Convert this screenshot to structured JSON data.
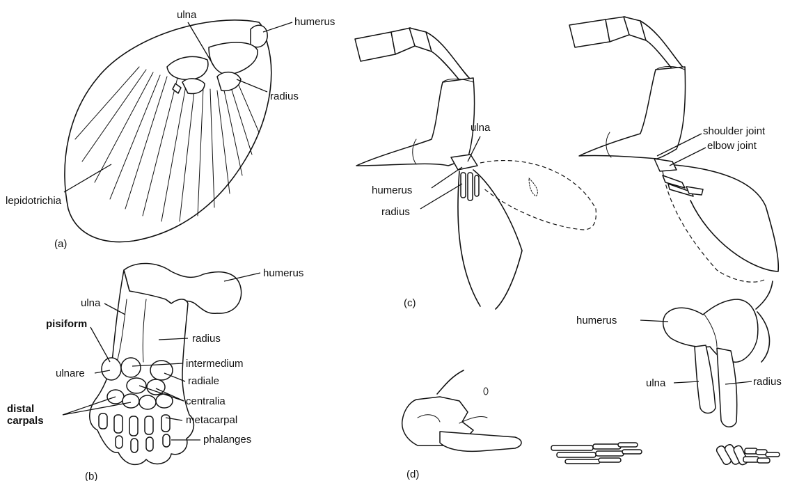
{
  "panels": {
    "a": {
      "tag": "(a)",
      "labels": {
        "ulna": "ulna",
        "humerus": "humerus",
        "radius": "radius",
        "lepidotrichia": "lepidotrichia"
      }
    },
    "b": {
      "tag": "(b)",
      "labels": {
        "humerus": "humerus",
        "ulna": "ulna",
        "pisiform": "pisiform",
        "radius": "radius",
        "ulnare": "ulnare",
        "intermedium": "intermedium",
        "radiale": "radiale",
        "centralia": "centralia",
        "distal_line1": "distal",
        "distal_line2": "carpals",
        "metacarpal": "metacarpal",
        "phalanges": "phalanges"
      }
    },
    "c": {
      "tag": "(c)",
      "labels": {
        "ulna": "ulna",
        "humerus": "humerus",
        "radius": "radius",
        "shoulder_joint": "shoulder joint",
        "elbow_joint": "elbow joint"
      }
    },
    "d": {
      "tag": "(d)",
      "labels": {
        "humerus": "humerus",
        "ulna": "ulna",
        "radius": "radius"
      }
    }
  }
}
